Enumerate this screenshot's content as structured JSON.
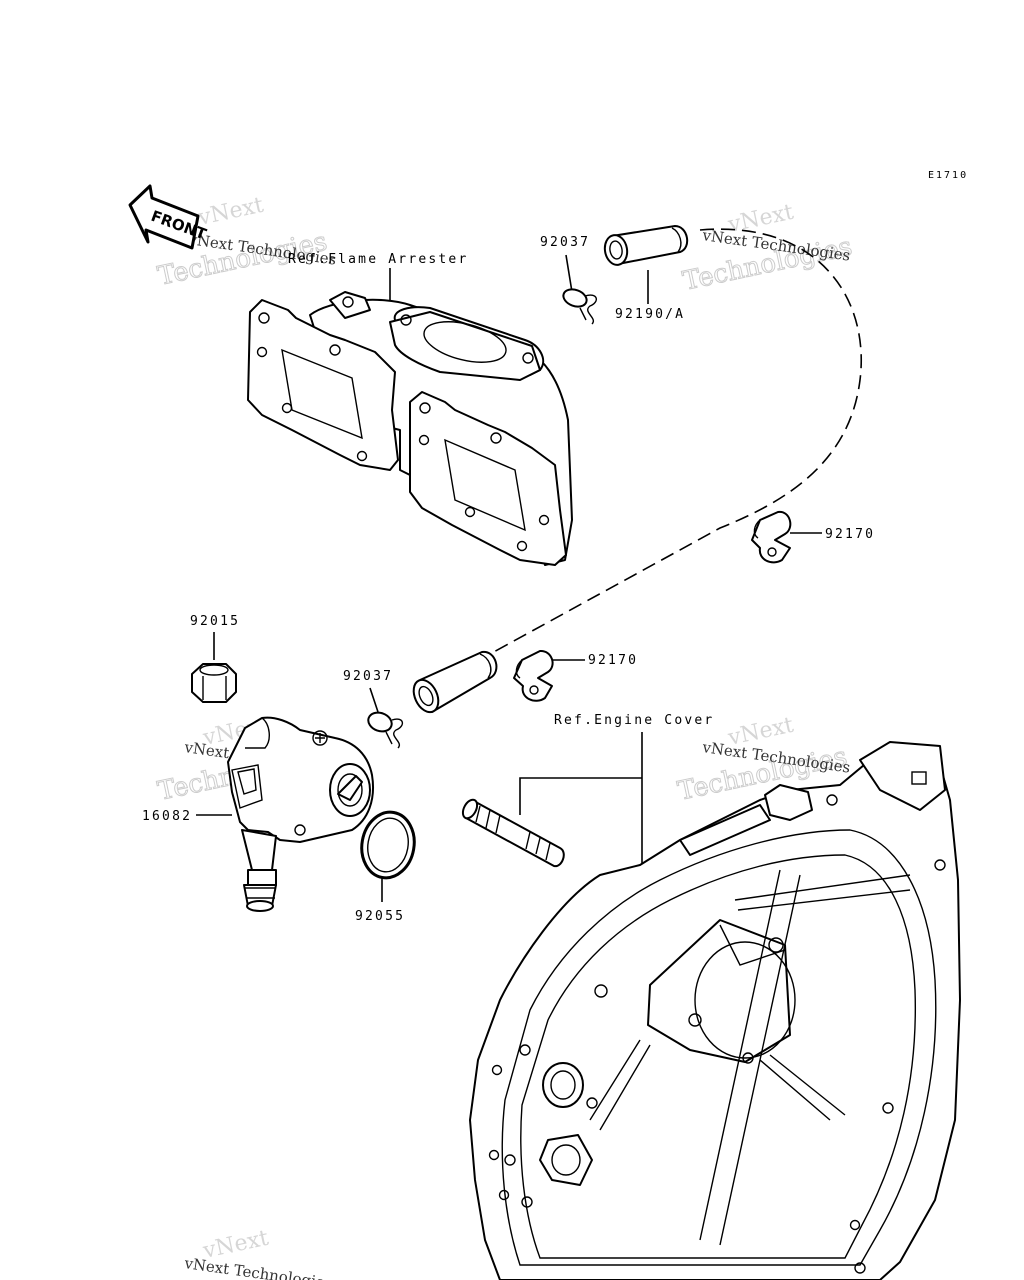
{
  "diagram": {
    "code": "E1710",
    "front_label": "FRONT",
    "refs": {
      "flame_arrester": "Ref.Flame Arrester",
      "engine_cover": "Ref.Engine Cover"
    },
    "parts": {
      "p92037_top": "92037",
      "p92190a": "92190/A",
      "p92170_right": "92170",
      "p92015": "92015",
      "p92037_mid": "92037",
      "p92170_mid": "92170",
      "p16082": "16082",
      "p92055": "92055"
    },
    "watermark": {
      "line1": "vNext",
      "line2": "Technologies",
      "line3": "vNext Technologies"
    }
  }
}
